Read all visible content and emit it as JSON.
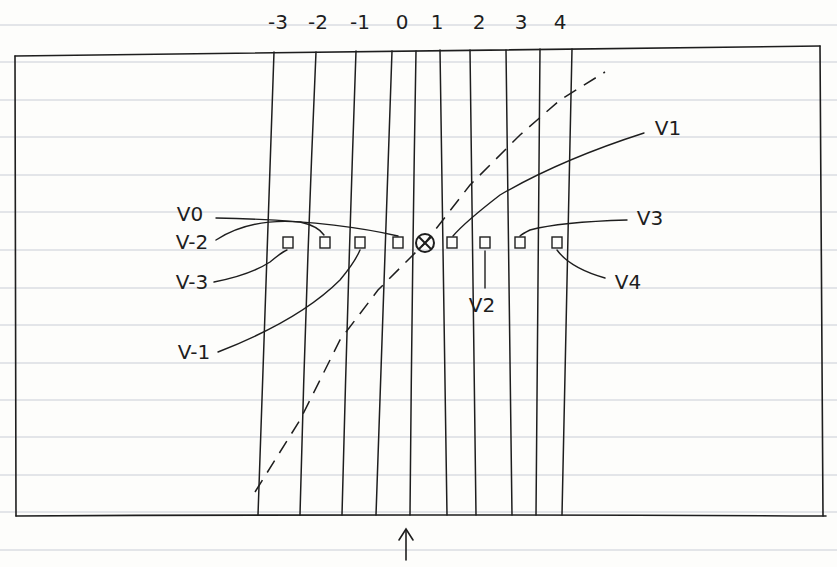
{
  "diagram": {
    "labels": [
      "-3",
      "-2",
      "-1",
      "0",
      "1",
      "2",
      "3",
      "4",
      "V0",
      "V-2",
      "V-3",
      "V-1",
      "V1",
      "V2",
      "V3",
      "V4"
    ]
  }
}
